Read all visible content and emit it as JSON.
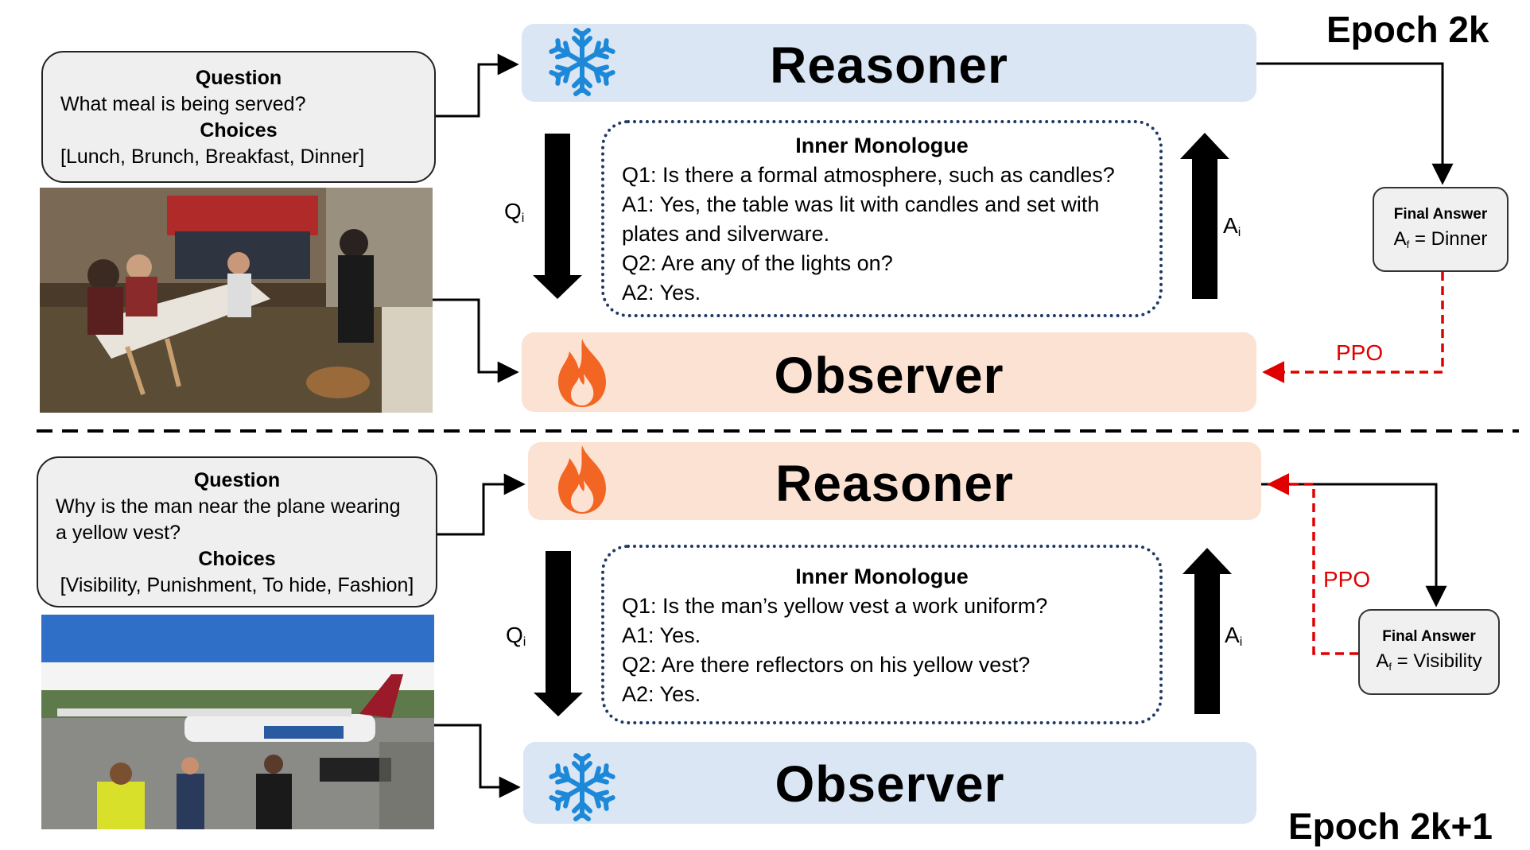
{
  "top": {
    "epoch": "Epoch 2k",
    "question_heading": "Question",
    "question_text": "What meal is being served?",
    "choices_heading": "Choices",
    "choices_text": "[Lunch, Brunch, Breakfast, Dinner]",
    "reasoner_label": "Reasoner",
    "reasoner_icon": "snowflake-icon",
    "observer_label": "Observer",
    "observer_icon": "flame-icon",
    "monologue": {
      "title": "Inner Monologue",
      "lines": [
        "Q1: Is there a formal atmosphere, such as candles?",
        "A1: Yes, the table was lit with candles and set with",
        "plates and silverware.",
        "Q2: Are any of the lights on?",
        "A2: Yes."
      ]
    },
    "final_answer": {
      "title": "Final Answer",
      "value": " = Dinner"
    },
    "ppo": "PPO"
  },
  "bottom": {
    "epoch": "Epoch 2k+1",
    "question_heading": "Question",
    "question_line1": "Why is the man near the plane wearing",
    "question_line2": "a yellow vest?",
    "choices_heading": "Choices",
    "choices_text": "[Visibility, Punishment, To hide, Fashion]",
    "reasoner_label": "Reasoner",
    "reasoner_icon": "flame-icon",
    "observer_label": "Observer",
    "observer_icon": "snowflake-icon",
    "monologue": {
      "title": "Inner Monologue",
      "lines": [
        "Q1: Is the man’s yellow vest a work uniform?",
        "A1: Yes.",
        "Q2: Are there reflectors  on his yellow vest?",
        "A2: Yes."
      ]
    },
    "final_answer": {
      "title": "Final Answer",
      "value": " = Visibility"
    },
    "ppo": "PPO"
  },
  "labels": {
    "q": "Q",
    "q_sub": "i",
    "a": "A",
    "a_sub": "i",
    "af": "A",
    "af_sub": "f"
  },
  "colors": {
    "reasoner_blue": "#dae6f4",
    "observer_orange": "#fbe2d3",
    "ppo_red": "#e00000",
    "snowflake": "#1e88d8",
    "flame": "#f26522"
  }
}
